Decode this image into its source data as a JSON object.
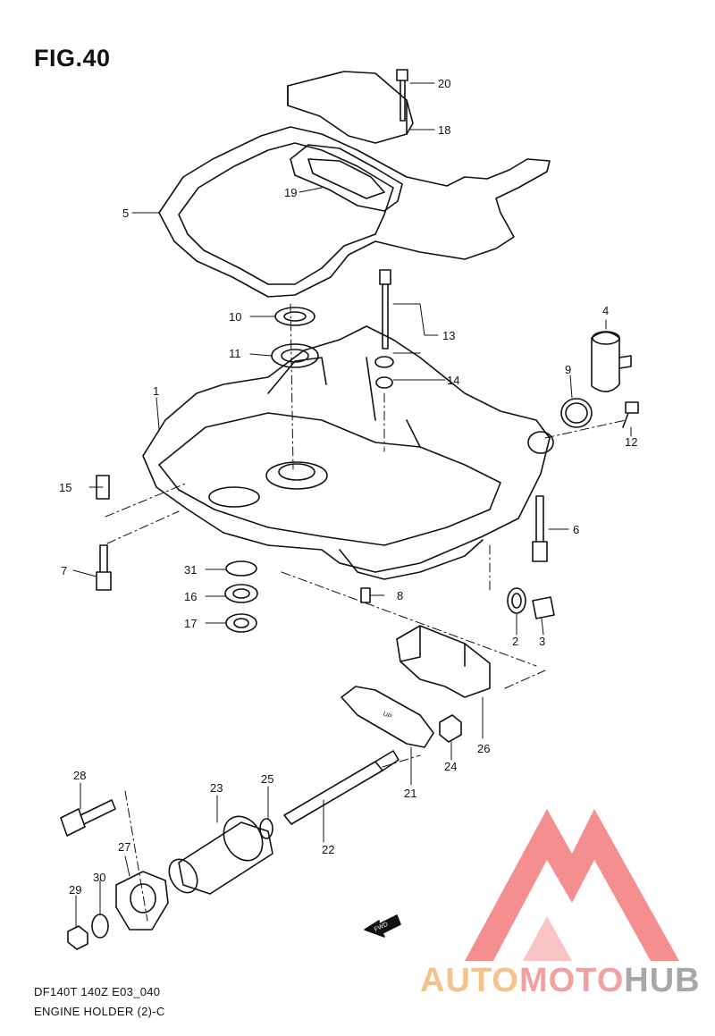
{
  "figure": {
    "title": "FIG.40"
  },
  "callouts": [
    {
      "id": "c1",
      "label": "1"
    },
    {
      "id": "c2",
      "label": "2"
    },
    {
      "id": "c3",
      "label": "3"
    },
    {
      "id": "c4",
      "label": "4"
    },
    {
      "id": "c5",
      "label": "5"
    },
    {
      "id": "c6",
      "label": "6"
    },
    {
      "id": "c7",
      "label": "7"
    },
    {
      "id": "c8",
      "label": "8"
    },
    {
      "id": "c9",
      "label": "9"
    },
    {
      "id": "c10",
      "label": "10"
    },
    {
      "id": "c11",
      "label": "11"
    },
    {
      "id": "c12",
      "label": "12"
    },
    {
      "id": "c13",
      "label": "13"
    },
    {
      "id": "c14",
      "label": "14"
    },
    {
      "id": "c15",
      "label": "15"
    },
    {
      "id": "c16",
      "label": "16"
    },
    {
      "id": "c17",
      "label": "17"
    },
    {
      "id": "c18",
      "label": "18"
    },
    {
      "id": "c19",
      "label": "19"
    },
    {
      "id": "c20",
      "label": "20"
    },
    {
      "id": "c21",
      "label": "21"
    },
    {
      "id": "c22",
      "label": "22"
    },
    {
      "id": "c23",
      "label": "23"
    },
    {
      "id": "c24",
      "label": "24"
    },
    {
      "id": "c25",
      "label": "25"
    },
    {
      "id": "c26",
      "label": "26"
    },
    {
      "id": "c27",
      "label": "27"
    },
    {
      "id": "c28",
      "label": "28"
    },
    {
      "id": "c29",
      "label": "29"
    },
    {
      "id": "c30",
      "label": "30"
    },
    {
      "id": "c31",
      "label": "31"
    }
  ],
  "marks": {
    "gasket_up": "UP",
    "fwd_arrow": "FWD"
  },
  "footer": {
    "model_code": "DF140T 140Z E03_040",
    "caption": "ENGINE HOLDER (2)-C"
  },
  "watermark": {
    "part1": "AUTO",
    "part2": "MOTO",
    "part3": "HUB",
    "colors": {
      "orange": "#f4c28a",
      "red": "#f3a0a0",
      "gray": "#a7a7a7"
    }
  }
}
